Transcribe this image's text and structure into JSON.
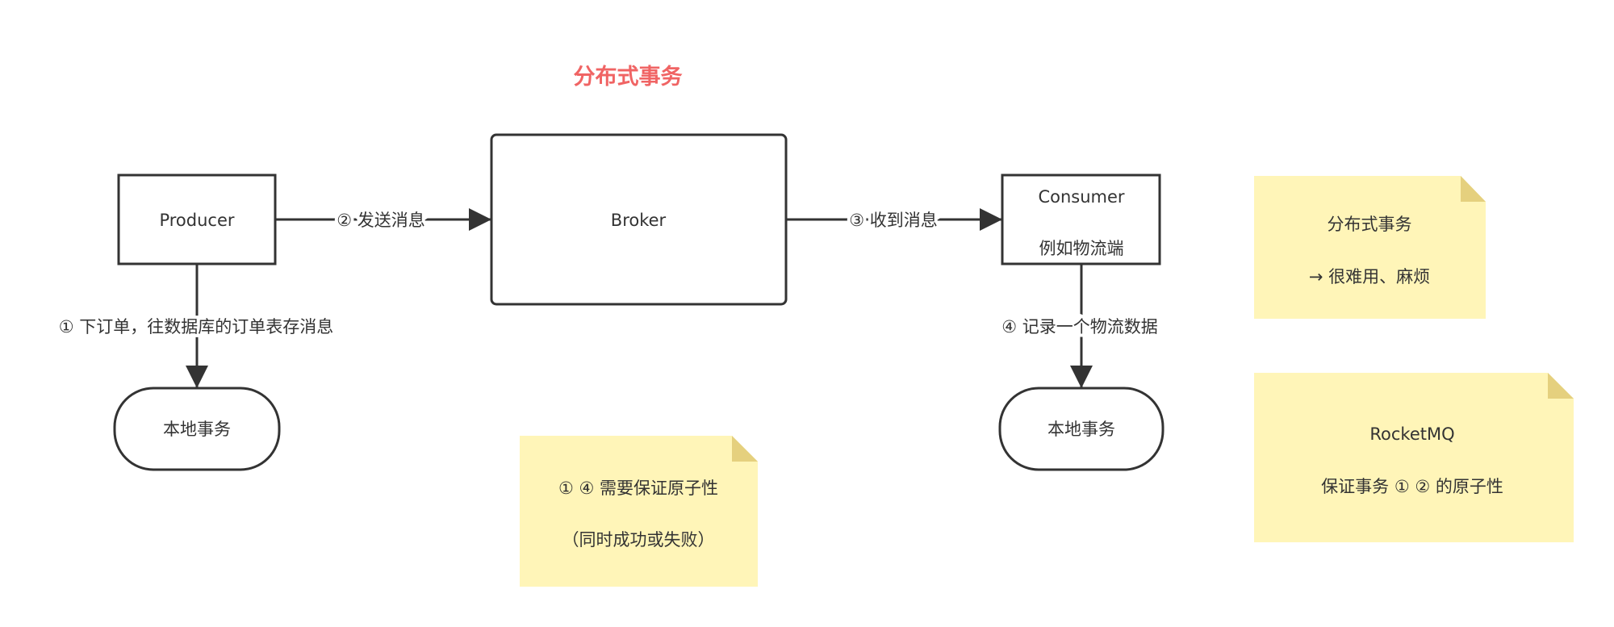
{
  "title": "分布式事务",
  "nodes": {
    "producer": "Producer",
    "broker": "Broker",
    "consumer_line1": "Consumer",
    "consumer_line2": "例如物流端",
    "local_tx_left": "本地事务",
    "local_tx_right": "本地事务"
  },
  "edges": {
    "send": "② 发送消息",
    "receive": "③ 收到消息",
    "order": "① 下订单，往数据库的订单表存消息",
    "record": "④ 记录一个物流数据"
  },
  "notes": {
    "atomic_line1": "① ④ 需要保证原子性",
    "atomic_line2": "（同时成功或失败）",
    "dist_line1": "分布式事务",
    "dist_line2": "→ 很难用、麻烦",
    "rocket_line1": "RocketMQ",
    "rocket_line2": "保证事务 ① ② 的原子性"
  },
  "colors": {
    "title": "#f06464",
    "note": "#fff5b8",
    "note_fold": "#e5d07e",
    "stroke": "#333333"
  }
}
